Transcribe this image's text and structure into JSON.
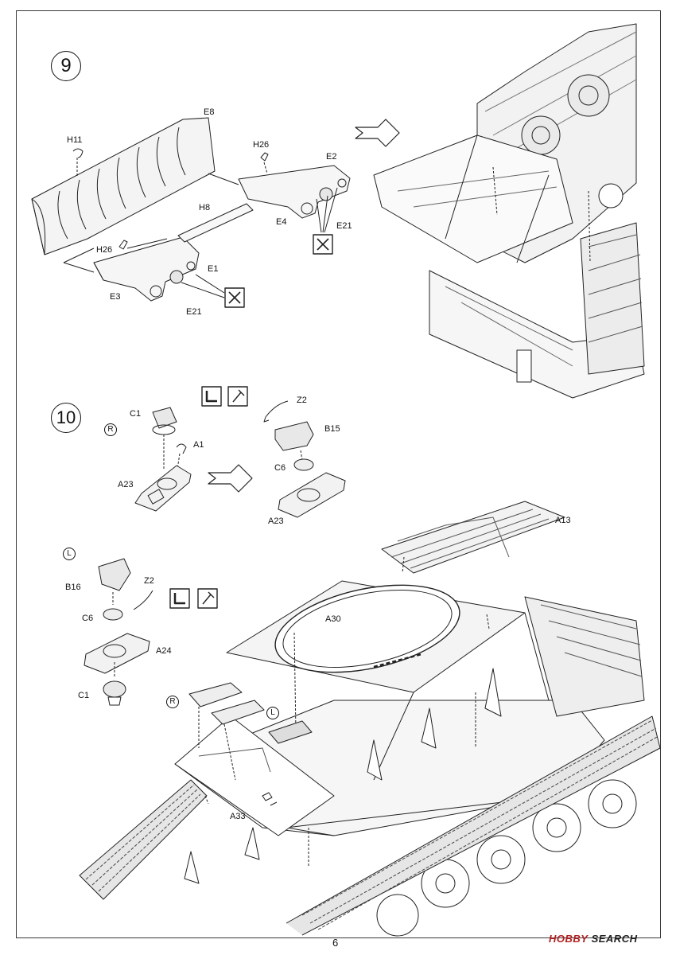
{
  "page": {
    "number": "6"
  },
  "watermark": {
    "brand": "HOBBY",
    "suffix": "SEARCH",
    "color": "#b02020"
  },
  "step9": {
    "number": "9",
    "parts": {
      "e8": "E8",
      "h11": "H11",
      "h26_top": "H26",
      "e2": "E2",
      "h8": "H8",
      "e4": "E4",
      "e21_top": "E21",
      "h26_left": "H26",
      "e1": "E1",
      "e3": "E3",
      "e21_bottom": "E21"
    },
    "icons": [
      "no-glue-icon",
      "no-glue-icon",
      "direction-arrow-icon"
    ]
  },
  "step10": {
    "number": "10",
    "side_right": "R",
    "side_left": "L",
    "parts": {
      "c1_top": "C1",
      "a1": "A1",
      "a23_left": "A23",
      "z2_top": "Z2",
      "b15": "B15",
      "c6_top": "C6",
      "a23_right": "A23",
      "a13": "A13",
      "b16": "B16",
      "z2_left": "Z2",
      "c6_left": "C6",
      "a24": "A24",
      "c1_left": "C1",
      "a30": "A30",
      "a33": "A33"
    },
    "icons": [
      "cement-icon",
      "paint-icon",
      "cement-icon",
      "paint-icon",
      "direction-arrow-icon"
    ]
  }
}
